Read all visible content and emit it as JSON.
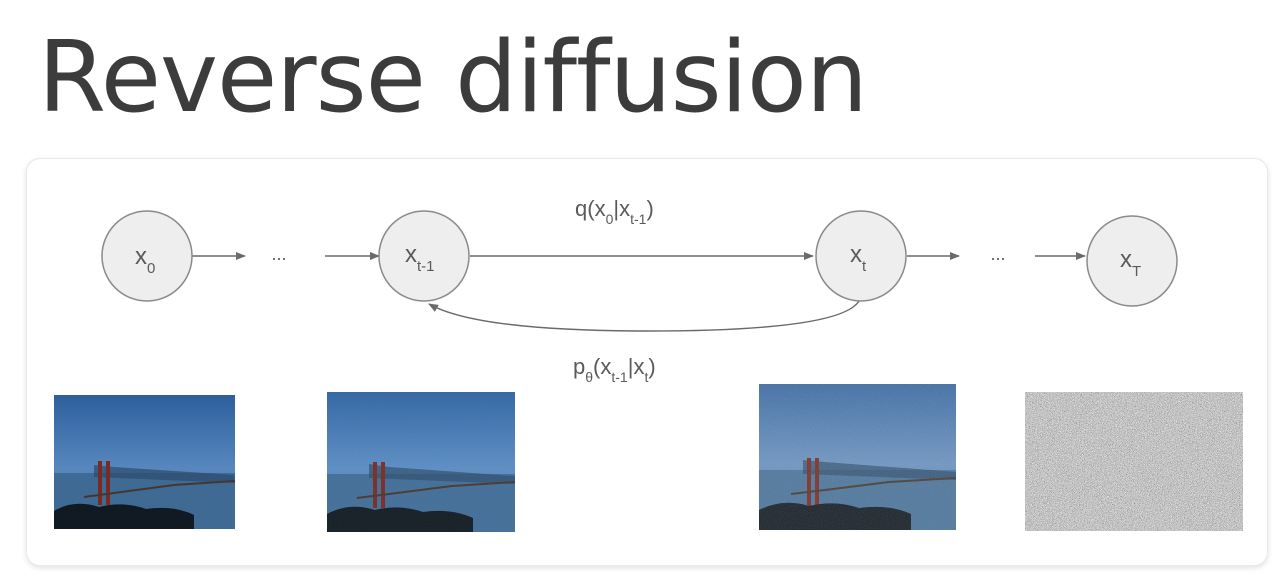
{
  "title": "Reverse diffusion",
  "diagram": {
    "nodes": [
      {
        "base": "x",
        "sub": "0"
      },
      {
        "base": "x",
        "sub": "t-1"
      },
      {
        "base": "x",
        "sub": "t"
      },
      {
        "base": "x",
        "sub": "T"
      }
    ],
    "ellipsis": "...",
    "forward_label": {
      "fn": "q",
      "a": "x",
      "a_sub": "0",
      "sep": "|",
      "b": "x",
      "b_sub": "t-1"
    },
    "reverse_label": {
      "fn": "p",
      "fn_sub": "θ",
      "a": "x",
      "a_sub": "t-1",
      "sep": "|",
      "b": "x",
      "b_sub": "t"
    }
  },
  "images": [
    {
      "name": "x0-image",
      "depicts": "bridge-in-fog",
      "noise": 0
    },
    {
      "name": "xt-1-image",
      "depicts": "bridge-in-fog",
      "noise": 0.15
    },
    {
      "name": "xt-image",
      "depicts": "bridge-in-fog",
      "noise": 0.35
    },
    {
      "name": "xT-image",
      "depicts": "pure-noise",
      "noise": 1
    }
  ],
  "colors": {
    "circle_fill": "#eeeeee",
    "circle_stroke": "#8a8a8a",
    "arrow": "#6a6a6a",
    "text": "#5a5a5a",
    "title": "#3c3c3c"
  }
}
